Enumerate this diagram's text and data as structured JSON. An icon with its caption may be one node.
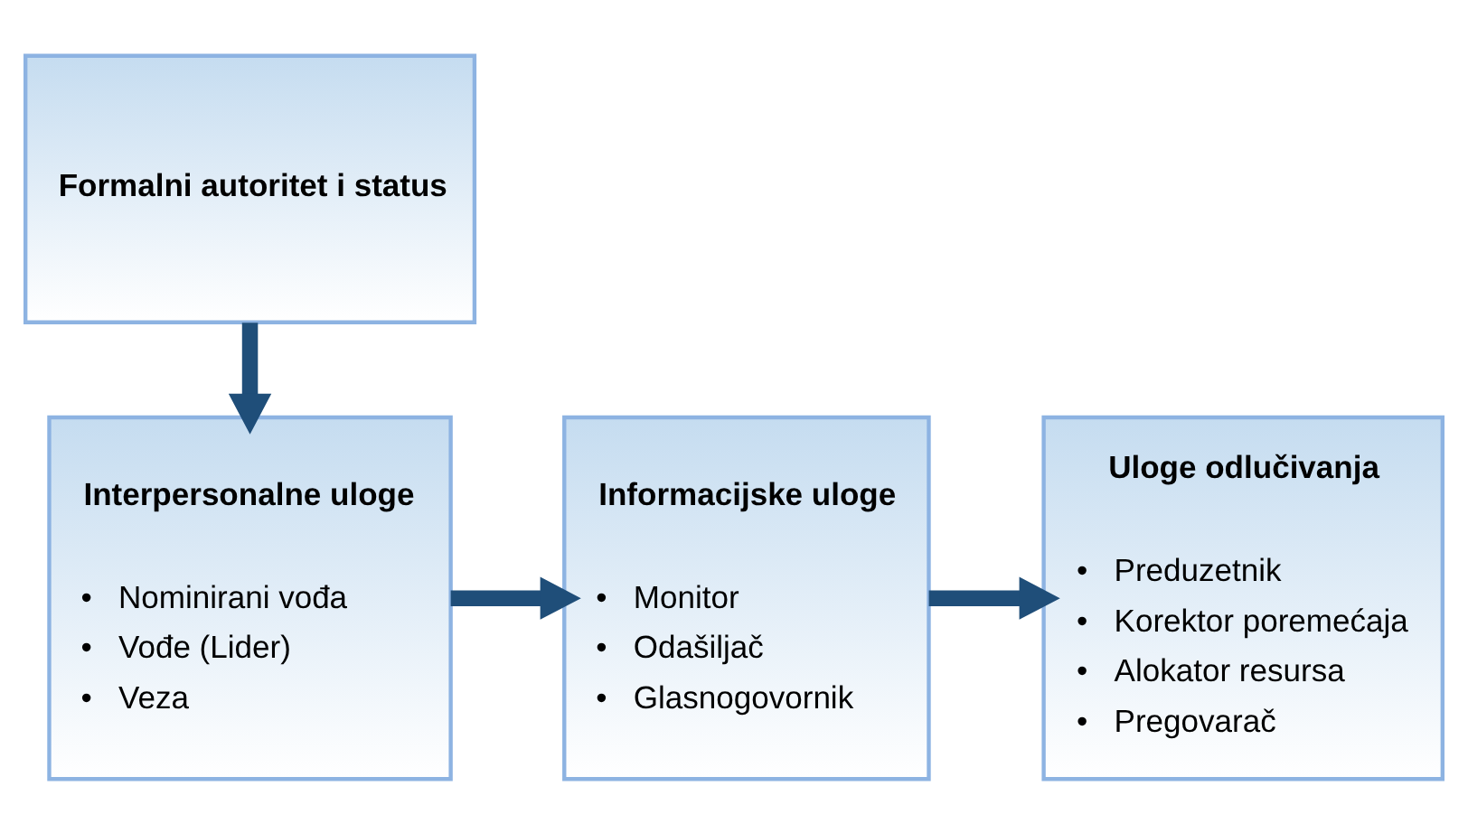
{
  "diagram": {
    "nodes": [
      {
        "text": [
          "Formalni autoritet i status"
        ]
      },
      {
        "text": [
          "Interpersonalne uloge",
          "•   Nominirani vođa",
          "•   Vođe (Lider)",
          "•   Veza"
        ]
      },
      {
        "text": [
          "Informacijske uloge",
          "•   Monitor",
          "•   Odašiljač",
          "•   Glasnogovornik"
        ]
      },
      {
        "text": [
          "Uloge odlučivanja",
          "•   Preduzetnik",
          "•   Korektor poremećaja",
          "•   Alokator resursa",
          "•   Pregovarač"
        ]
      }
    ],
    "edges": [
      {
        "from": 0,
        "to": 1,
        "arrow": "to"
      },
      {
        "from": 1,
        "to": 2,
        "arrow": "to"
      },
      {
        "from": 2,
        "to": 3,
        "arrow": "to"
      }
    ]
  }
}
